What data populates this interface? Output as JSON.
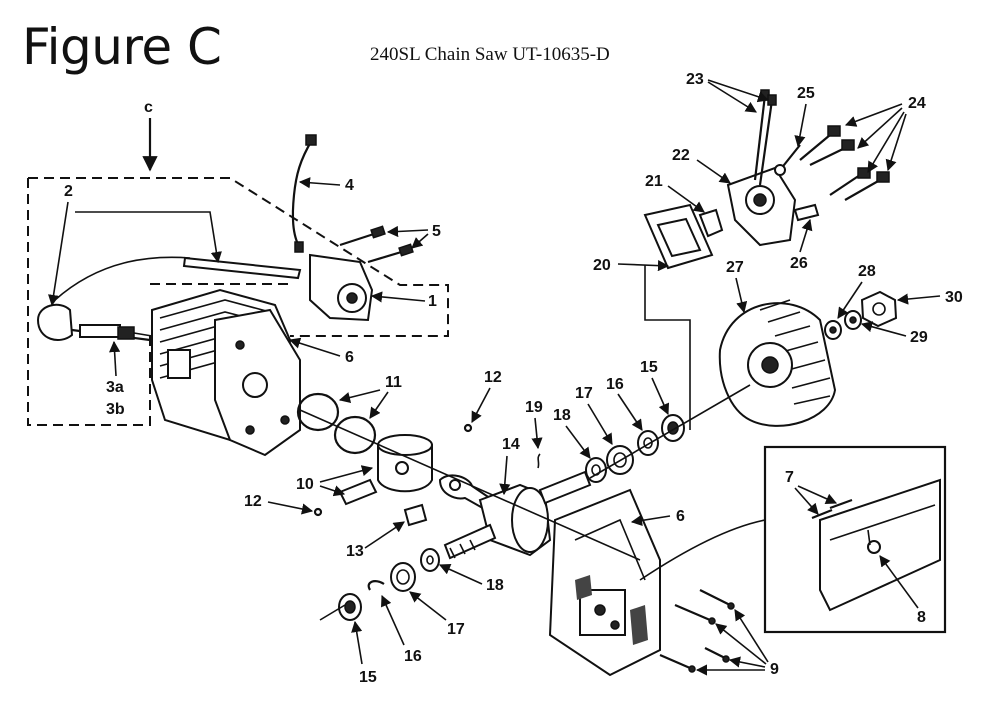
{
  "figure": {
    "title": "Figure C",
    "subtitle": "240SL Chain Saw UT-10635-D"
  },
  "callouts": {
    "c": "c",
    "p1": "1",
    "p2": "2",
    "p3a": "3a",
    "p3b": "3b",
    "p4": "4",
    "p5": "5",
    "p6a": "6",
    "p6b": "6",
    "p7": "7",
    "p8": "8",
    "p9": "9",
    "p10": "10",
    "p11": "11",
    "p12a": "12",
    "p12b": "12",
    "p13": "13",
    "p14": "14",
    "p15a": "15",
    "p15b": "15",
    "p16a": "16",
    "p16b": "16",
    "p17a": "17",
    "p17b": "17",
    "p18a": "18",
    "p18b": "18",
    "p19": "19",
    "p20": "20",
    "p21": "21",
    "p22": "22",
    "p23": "23",
    "p24": "24",
    "p25": "25",
    "p26": "26",
    "p27": "27",
    "p28": "28",
    "p29": "29",
    "p30": "30"
  }
}
